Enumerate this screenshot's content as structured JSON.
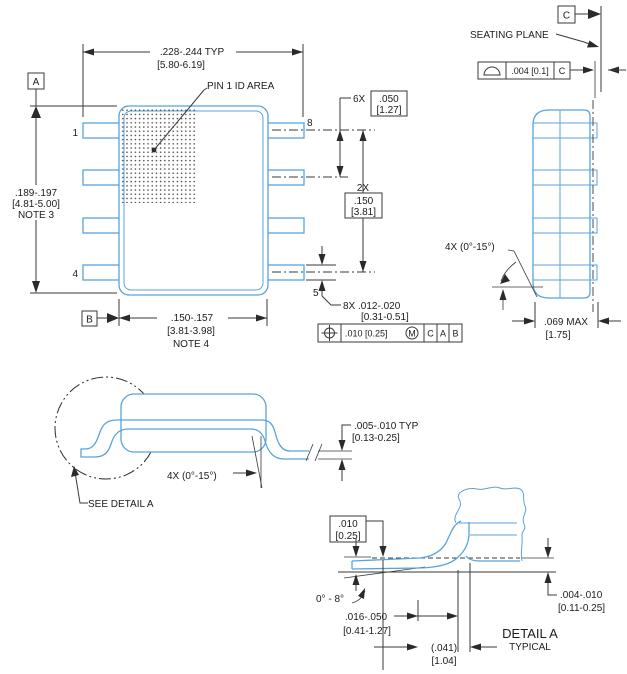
{
  "colors": {
    "outline_blue": "#58a3de",
    "line_dark": "#3a3a3a",
    "text": "#1c1c1c"
  },
  "top_view": {
    "overall_width": {
      "value": ".228-.244 TYP",
      "mm": "[5.80-6.19]"
    },
    "pin1_label": "PIN 1 ID AREA",
    "datum_a": "A",
    "datum_b": "B",
    "body_height": {
      "value": ".189-.197",
      "mm": "[4.81-5.00]",
      "note": "NOTE 3"
    },
    "body_width": {
      "value": ".150-.157",
      "mm": "[3.81-3.98]",
      "note": "NOTE 4"
    },
    "pitch": {
      "qty": "6X",
      "value": ".050",
      "mm": "[1.27]"
    },
    "span": {
      "qty": "2X",
      "value": ".150",
      "mm": "[3.81]"
    },
    "lead_width": {
      "value": "8X .012-.020",
      "mm": "[0.31-0.51]"
    },
    "fcf": {
      "tol": ".010 [0.25]",
      "mod": "M",
      "d1": "C",
      "d2": "A",
      "d3": "B"
    },
    "pin1": "1",
    "pin4": "4",
    "pin5": "5",
    "pin8": "8"
  },
  "side_view": {
    "datum_c": "C",
    "seating_plane": "SEATING PLANE",
    "flatness": {
      "tol": ".004 [0.1]",
      "datum": "C"
    },
    "lead_angle": "4X (0°-15°)",
    "thickness": {
      "value": ".069 MAX",
      "mm": "[1.75]"
    }
  },
  "front_view": {
    "see_detail": "SEE DETAIL A",
    "lead_angle": "4X (0°-15°)",
    "lead_thickness": {
      "value": ".005-.010 TYP",
      "mm": "[0.13-0.25]"
    }
  },
  "detail_a": {
    "gauge_plane": {
      "value": ".010",
      "mm": "[0.25]"
    },
    "foot_angle": "0° - 8°",
    "foot_length": {
      "value": ".016-.050",
      "mm": "[0.41-1.27]"
    },
    "tip_to_gauge": {
      "value": "(.041)",
      "mm": "[1.04]"
    },
    "standoff": {
      "value": ".004-.010",
      "mm": "[0.11-0.25]"
    },
    "title": "DETAIL A",
    "subtitle": "TYPICAL"
  }
}
